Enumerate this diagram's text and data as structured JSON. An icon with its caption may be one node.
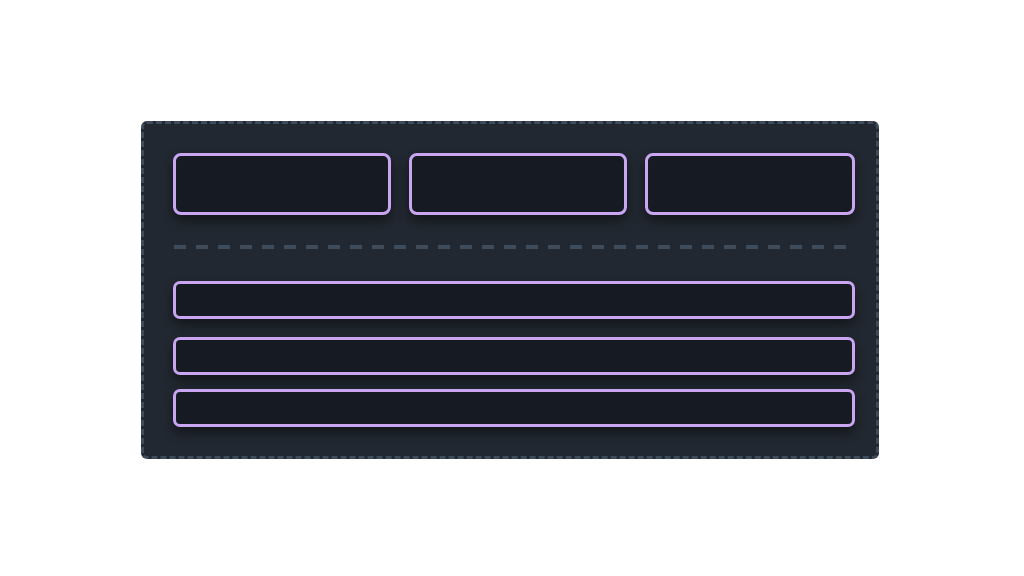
{
  "diagram": {
    "nodes": [
      {
        "text": [],
        "shape": "box"
      },
      {
        "text": [],
        "shape": "box",
        "in": 0
      },
      {
        "text": [],
        "shape": "box",
        "in": 0
      },
      {
        "text": [],
        "shape": "box",
        "in": 0
      },
      {
        "text": [],
        "shape": "bar",
        "in": 0
      },
      {
        "text": [],
        "shape": "bar",
        "in": 0
      },
      {
        "text": [],
        "shape": "bar",
        "in": 0
      }
    ]
  }
}
